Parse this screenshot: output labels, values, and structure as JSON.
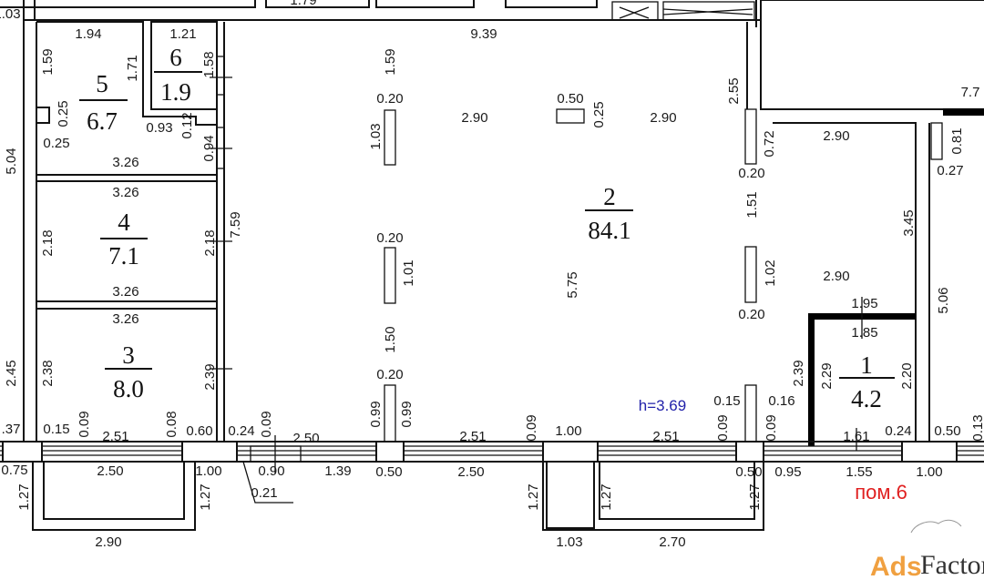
{
  "plan": {
    "rooms": [
      {
        "number": "5",
        "area": "6.7"
      },
      {
        "number": "6",
        "area": "1.9"
      },
      {
        "number": "4",
        "area": "7.1"
      },
      {
        "number": "3",
        "area": "8.0"
      },
      {
        "number": "2",
        "area": "84.1"
      },
      {
        "number": "1",
        "area": "4.2"
      }
    ],
    "ceiling_height": "h=3.69",
    "premises_label": "пом.6",
    "dimensions": [
      "1.03",
      "1.94",
      "1.21",
      "1.59",
      "1.71",
      "1.58",
      "0.25",
      "0.93",
      "0.12",
      "0.25",
      "0.94",
      "3.26",
      "5.04",
      "3.26",
      "2.18",
      "2.18",
      "7.59",
      "3.26",
      "3.26",
      "2.38",
      "2.39",
      "2.45",
      ".37",
      "0.15",
      "0.09",
      "2.51",
      "0.08",
      "0.60",
      "0.24",
      "0.09",
      "2.50",
      "0.75",
      "2.50",
      "1.00",
      "0.90",
      "1.39",
      "0.50",
      "2.50",
      "0.21",
      "1.27",
      "1.27",
      "2.90",
      "9.39",
      "1.59",
      "0.20",
      "1.03",
      "2.90",
      "0.50",
      "0.25",
      "2.90",
      "2.55",
      "0.20",
      "1.01",
      "5.75",
      "1.50",
      "0.20",
      "0.99",
      "0.99",
      "2.51",
      "0.09",
      "1.00",
      "2.51",
      "0.09",
      "0.15",
      "0.16",
      "0.09",
      "0.72",
      "0.20",
      "1.51",
      "1.02",
      "0.20",
      "2.90",
      "7.7",
      "0.81",
      "0.27",
      "3.45",
      "2.90",
      "5.06",
      "1.95",
      "1.85",
      "2.39",
      "2.29",
      "2.20",
      "1.61",
      "0.24",
      "0.50",
      "0.13",
      "0.50",
      "0.95",
      "1.55",
      "1.00",
      "1.27",
      "1.27",
      "1.27",
      "1.03",
      "2.70",
      "1.79"
    ]
  },
  "watermark": {
    "brand": "AdsFactory",
    "part1": "Ads",
    "part2": "Factory"
  }
}
